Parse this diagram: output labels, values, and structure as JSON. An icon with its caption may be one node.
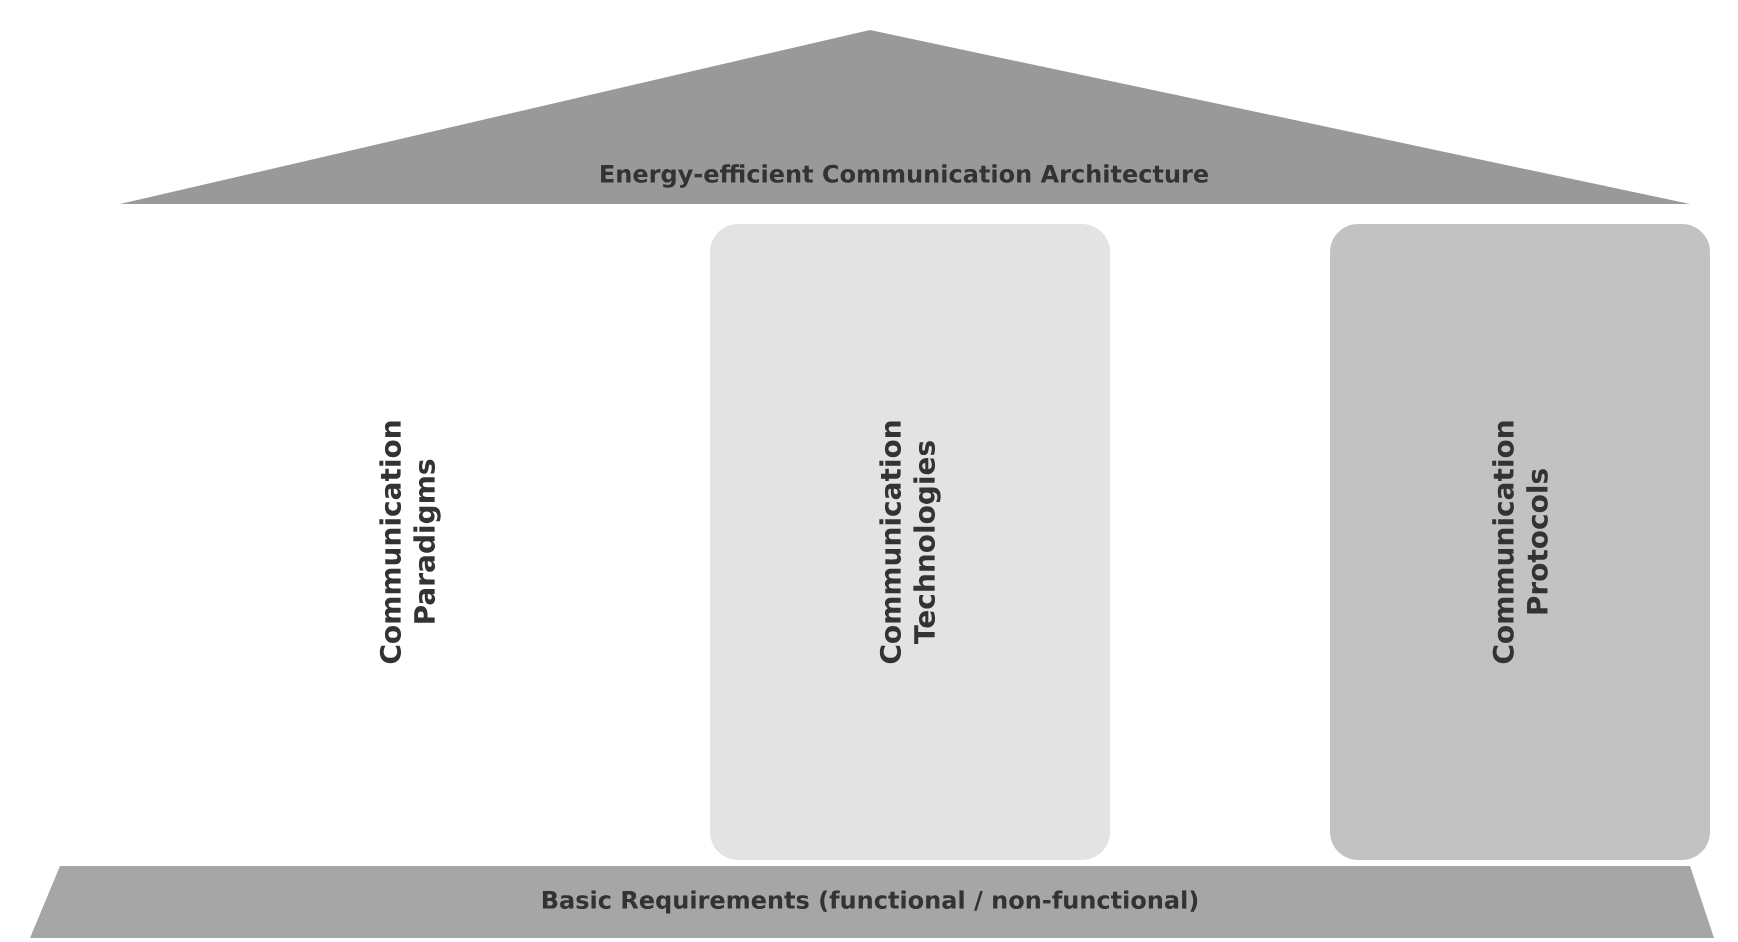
{
  "diagram": {
    "nodes": [
      {
        "text": [
          "Energy-efficient Communication Architecture"
        ]
      },
      {
        "text": [
          "Communication Paradigms"
        ]
      },
      {
        "text": [
          "Communication Technologies"
        ]
      },
      {
        "text": [
          "Communication Protocols"
        ]
      },
      {
        "text": [
          "Basic Requirements (functional / non-functional)"
        ]
      }
    ]
  }
}
